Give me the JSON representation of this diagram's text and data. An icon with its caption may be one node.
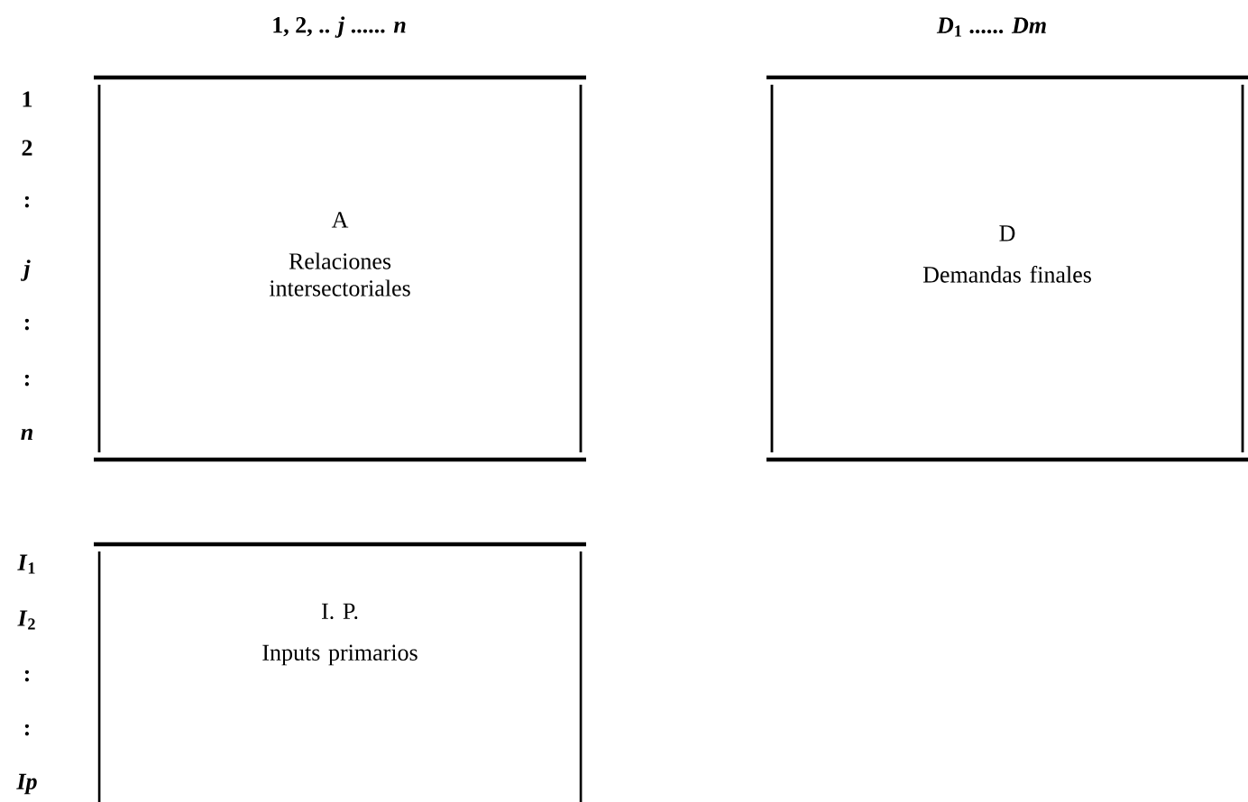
{
  "diagram": {
    "nodes": [
      {
        "text": [
          "A",
          "Relaciones intersectoriales"
        ]
      },
      {
        "text": [
          "D",
          "Demandas finales"
        ]
      },
      {
        "text": [
          "I. P.",
          "Inputs primarios"
        ]
      }
    ],
    "labels": [
      "1, 2, .. *j* ...... *n*",
      "*D*$_{1}$ ...... *Dm*",
      "1",
      "2",
      ":",
      "j",
      ":",
      ":",
      "n",
      "*I*$_{1}$",
      "*I*$_{2}$",
      ":",
      ":",
      "Ip"
    ]
  }
}
